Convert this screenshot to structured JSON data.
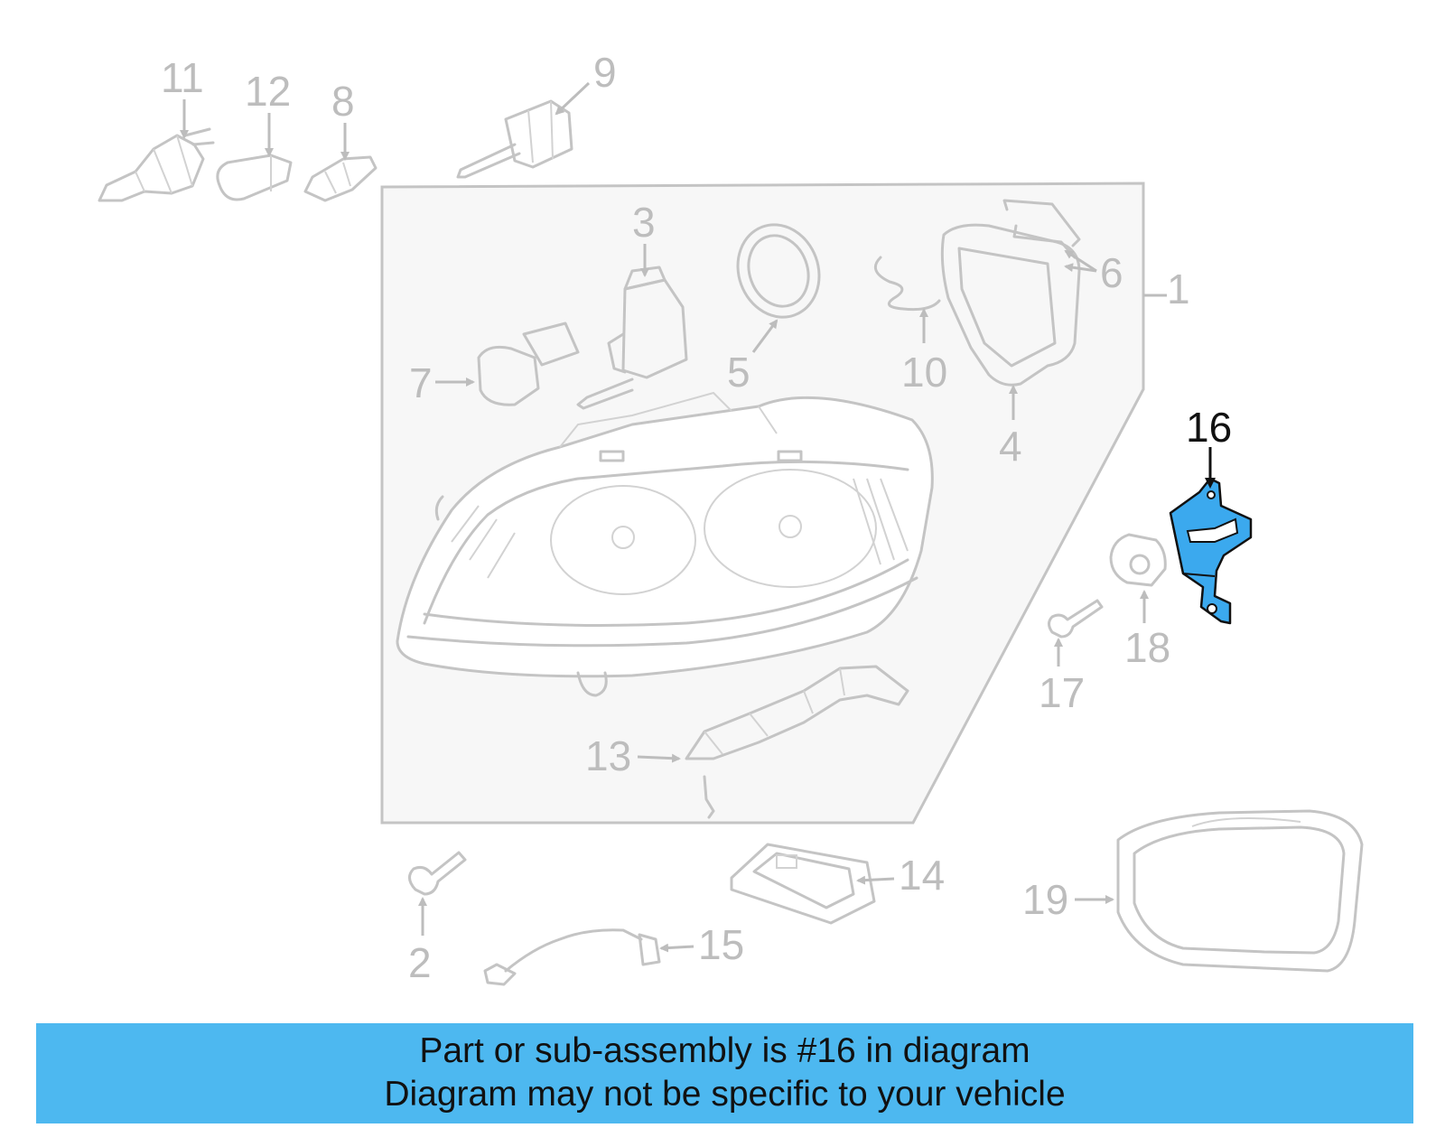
{
  "diagram": {
    "callouts": [
      "1",
      "2",
      "3",
      "4",
      "5",
      "6",
      "7",
      "8",
      "9",
      "10",
      "11",
      "12",
      "13",
      "14",
      "15",
      "16",
      "17",
      "18",
      "19"
    ],
    "highlighted_callout": "16",
    "colors": {
      "highlight_part": "#3ba9ee",
      "banner": "#4db8f0",
      "parts": "#c4c4c4",
      "labels": "#bdbdbd",
      "highlight_label": "#111111"
    }
  },
  "banner": {
    "line1": "Part or sub-assembly is #16 in diagram",
    "line2": "Diagram may not be specific to your vehicle"
  }
}
